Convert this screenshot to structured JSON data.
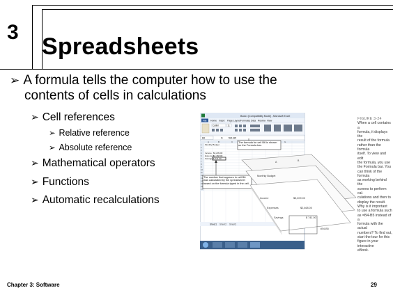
{
  "slide": {
    "number": "3",
    "title": "Spreadsheets",
    "bullets": {
      "main": [
        "A formula tells the computer how to use the",
        "contents of cells in calculations"
      ],
      "cell_references": "Cell references",
      "relative": "Relative reference",
      "absolute": "Absolute reference",
      "math_ops": "Mathematical operators",
      "functions": "Functions",
      "auto_recalc": "Automatic recalculations"
    },
    "footer": {
      "chapter": "Chapter 3: Software",
      "page": "29"
    }
  },
  "figure": {
    "title_bar": "Book1 [Compatibility Mode] - Microsoft Excel",
    "ribbon_tabs": [
      "File",
      "Home",
      "Insert",
      "Page Layout",
      "Formulas",
      "Data",
      "Review",
      "View"
    ],
    "font_name": "Calibri",
    "font_size": "11",
    "name_box": "B6",
    "fx": "fx",
    "formula": "=B4-B5",
    "columns": [
      "A",
      "B",
      "C",
      "D",
      "E",
      "F",
      "G"
    ],
    "rows": [
      {
        "n": "1",
        "a": "Monthly Budget",
        "b": ""
      },
      {
        "n": "2",
        "a": "",
        "b": ""
      },
      {
        "n": "3",
        "a": "",
        "b": ""
      },
      {
        "n": "4",
        "a": "Income",
        "b": "$3,209.00"
      },
      {
        "n": "5",
        "a": "Expenses",
        "b": "$2,468.00"
      },
      {
        "n": "6",
        "a": "Savings",
        "b": "$ 741.00"
      },
      {
        "n": "7",
        "a": "",
        "b": ""
      },
      {
        "n": "8",
        "a": "",
        "b": ""
      },
      {
        "n": "9",
        "a": "",
        "b": ""
      },
      {
        "n": "10",
        "a": "",
        "b": ""
      },
      {
        "n": "11",
        "a": "",
        "b": ""
      },
      {
        "n": "12",
        "a": "",
        "b": ""
      },
      {
        "n": "13",
        "a": "",
        "b": ""
      },
      {
        "n": "14",
        "a": "",
        "b": ""
      },
      {
        "n": "15",
        "a": "",
        "b": ""
      },
      {
        "n": "16",
        "a": "",
        "b": ""
      },
      {
        "n": "17",
        "a": "",
        "b": ""
      }
    ],
    "sheet_tabs": [
      "Sheet1",
      "Sheet2",
      "Sheet3"
    ],
    "callout_formula": "The formula for cell B6 is shown on the Formula bar.",
    "callout_result": "The number that appears in cell B6 was calculated by the spreadsheet based on the formula typed in the cell.",
    "layers": {
      "a": "A",
      "b": "B",
      "budget": "Monthly Budget",
      "income": "Income",
      "income_val": "$3,209.00",
      "expenses": "Expenses",
      "expenses_val": "$2,468.00",
      "savings": "Savings",
      "savings_val": "$ 741.00",
      "formula": "=B4-B5"
    },
    "colors": {
      "ribbon": "#dfe8f4",
      "title_bar": "#2b5797",
      "taskbar": "#3a5f8a",
      "selected": "#d4e3f7"
    }
  },
  "caption": {
    "label": "FIGURE 3-24",
    "lines": [
      "When a cell contains a",
      "formula, it displays the",
      "result of the formula",
      "rather than the formula",
      "itself. To view and edit",
      "the formula, you use",
      "the Formula bar. You",
      "can think of the formula",
      "as working behind the",
      "scenes to perform cal-",
      "culations and then to",
      "display the result.",
      "Why is it important",
      "to use a formula such",
      "as =B4-B5 instead of a",
      "formula with the actual",
      "numbers? To find out,",
      "start the tour for this",
      "figure in your interactive",
      "eBook."
    ]
  }
}
